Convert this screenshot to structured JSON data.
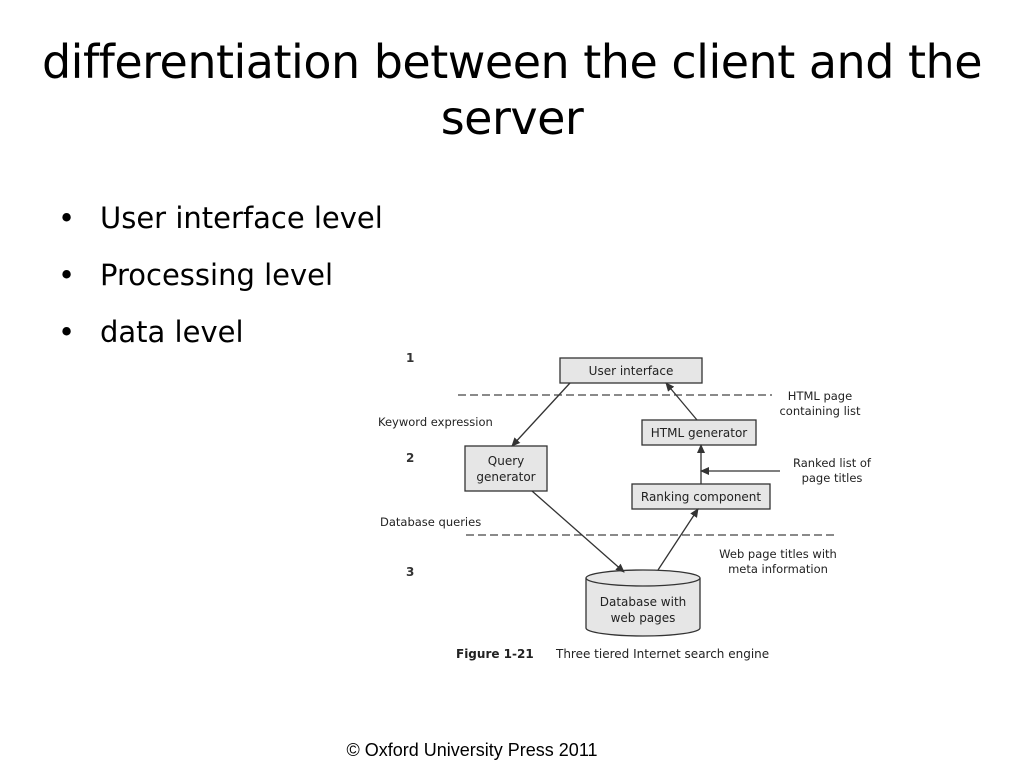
{
  "slide": {
    "title": "differentiation between the client and the server",
    "bullets": [
      "User interface level",
      "Processing level",
      "data level"
    ],
    "footer": "© Oxford University Press 2011"
  },
  "diagram": {
    "level_1": "1",
    "level_2": "2",
    "level_3": "3",
    "user_interface": "User interface",
    "html_generator": "HTML generator",
    "query_generator_line1": "Query",
    "query_generator_line2": "generator",
    "ranking_component": "Ranking component",
    "database_line1": "Database with",
    "database_line2": "web pages",
    "keyword_expression": "Keyword expression",
    "database_queries": "Database queries",
    "html_page_line1": "HTML page",
    "html_page_line2": "containing list",
    "ranked_list_line1": "Ranked list of",
    "ranked_list_line2": "page titles",
    "web_titles_line1": "Web page titles with",
    "web_titles_line2": "meta  information",
    "caption_label": "Figure 1-21",
    "caption_text": "Three tiered Internet search engine"
  }
}
